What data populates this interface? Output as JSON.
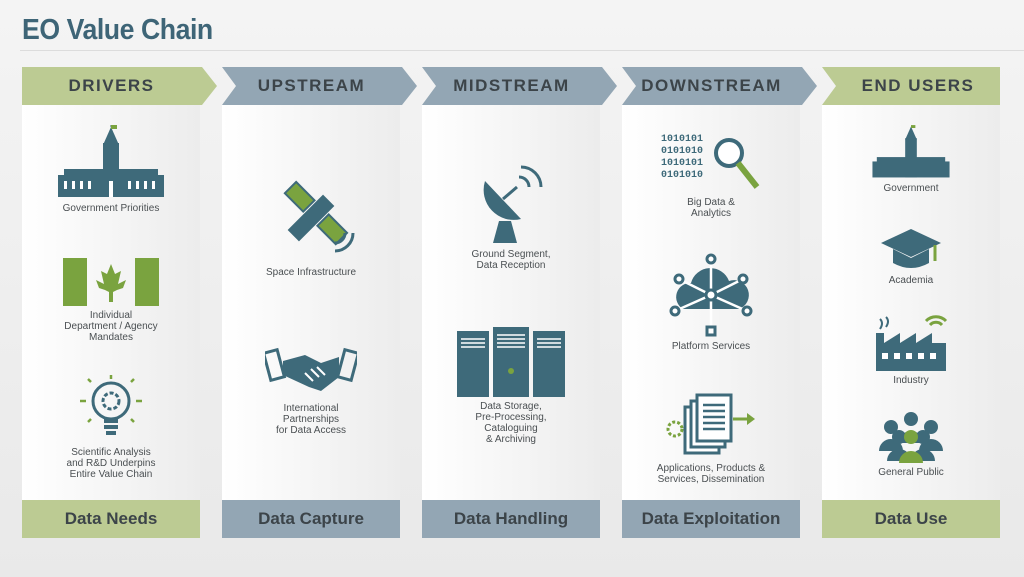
{
  "title": "EO Value Chain",
  "columns": [
    {
      "header": "DRIVERS",
      "footer": "Data Needs",
      "items": [
        "Government Priorities",
        "Individual\nDepartment / Agency\nMandates",
        "Scientific Analysis\nand R&D Underpins\nEntire Value Chain"
      ]
    },
    {
      "header": "UPSTREAM",
      "footer": "Data Capture",
      "items": [
        "Space Infrastructure",
        "International\nPartnerships\nfor Data Access"
      ]
    },
    {
      "header": "MIDSTREAM",
      "footer": "Data Handling",
      "items": [
        "Ground Segment,\nData Reception",
        "Data Storage,\nPre-Processing,\nCataloguing\n& Archiving"
      ]
    },
    {
      "header": "DOWNSTREAM",
      "footer": "Data Exploitation",
      "items": [
        "Big Data &\nAnalytics",
        "Platform Services",
        "Applications, Products &\nServices, Dissemination"
      ]
    },
    {
      "header": "END USERS",
      "footer": "Data Use",
      "items": [
        "Government",
        "Academia",
        "Industry",
        "General Public"
      ]
    }
  ],
  "colors": {
    "teal": "#3e6a7a",
    "green": "#7aa33f",
    "header_green": "#bccb93",
    "header_blue": "#93a6b4"
  }
}
